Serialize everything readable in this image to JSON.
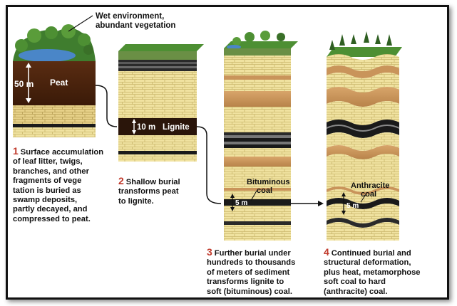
{
  "top_label": {
    "line1": "Wet environment,",
    "line2": "abundant vegetation"
  },
  "stages": [
    {
      "number": "1",
      "lines": [
        "Surface accumulation",
        "of leaf litter, twigs,",
        "branches, and other",
        "fragments of vege",
        "tation is buried as",
        "swamp deposits,",
        "partly decayed, and",
        "compressed to peat."
      ]
    },
    {
      "number": "2",
      "lines": [
        "Shallow burial",
        "transforms peat",
        "to lignite."
      ]
    },
    {
      "number": "3",
      "lines": [
        "Further burial under",
        "hundreds to thousands",
        "of meters of sediment",
        "transforms lignite to",
        "soft (bituminous) coal."
      ]
    },
    {
      "number": "4",
      "lines": [
        "Continued burial and",
        "structural deformation,",
        "plus heat, metamorphose",
        "soft coal to hard",
        "(anthracite) coal."
      ]
    }
  ],
  "labels": {
    "peat_thickness": "50 m",
    "peat": "Peat",
    "lignite_thickness": "10 m",
    "lignite": "Lignite",
    "bituminous_line1": "Bituminous",
    "bituminous_line2": "coal",
    "bituminous_thickness": "5 m",
    "anthracite_line1": "Anthracite",
    "anthracite_line2": "coal",
    "anthracite_thickness": "5 m"
  },
  "colors": {
    "sandstone": "#f0e2a0",
    "peat": "#4a2410",
    "coal": "#1a1a1a",
    "shale": "#c9945a",
    "water": "#4a86c8",
    "vegetation": "#3f7d2e",
    "stage_number": "#c0392b"
  }
}
